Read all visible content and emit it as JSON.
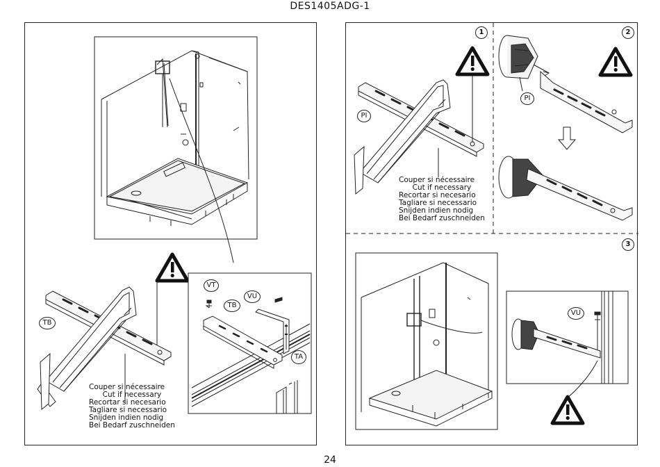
{
  "document": {
    "title": "DES1405ADG-1",
    "page_number": "24"
  },
  "captions": {
    "cut_if_necessary": [
      "Couper si nécessaire",
      "Cut if necessary",
      "Recortar si necesario",
      "Tagliare si necessario",
      "Snijden indien nodig",
      "Bei Bedarf zuschneiden"
    ]
  },
  "labels": {
    "TB": "TB",
    "VT": "VT",
    "VU": "VU",
    "TA": "TA",
    "PI": "PI"
  },
  "steps": [
    "1",
    "2",
    "3"
  ],
  "icons": {
    "warning": "warning-triangle-icon",
    "arrow_down": "arrow-down-icon",
    "hacksaw": "hacksaw-icon"
  }
}
